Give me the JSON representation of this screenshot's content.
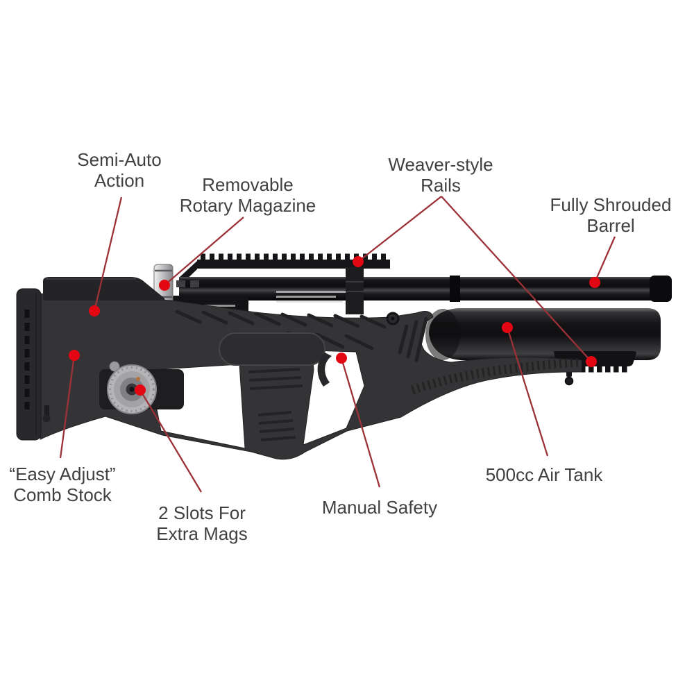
{
  "diagram": {
    "title": "Annotated bullpup PCP air rifle diagram",
    "colors": {
      "background": "#ffffff",
      "leader_line": "#9c3137",
      "callout_dot": "#e30613",
      "label_text": "#414042",
      "stock": "#343436",
      "metal_dark": "#141416",
      "magazine_silver": "#c0c0c2"
    },
    "labels": [
      {
        "id": "semi-auto-action",
        "lines": [
          "Semi-Auto",
          "Action"
        ]
      },
      {
        "id": "removable-rotary-magazine",
        "lines": [
          "Removable",
          "Rotary Magazine"
        ]
      },
      {
        "id": "weaver-style-rails",
        "lines": [
          "Weaver-style",
          "Rails"
        ]
      },
      {
        "id": "fully-shrouded-barrel",
        "lines": [
          "Fully Shrouded",
          "Barrel"
        ]
      },
      {
        "id": "easy-adjust-comb-stock",
        "lines": [
          "“Easy Adjust”",
          "Comb Stock"
        ]
      },
      {
        "id": "slots-for-extra-mags",
        "lines": [
          "2 Slots For",
          "Extra Mags"
        ]
      },
      {
        "id": "manual-safety",
        "lines": [
          "Manual Safety"
        ]
      },
      {
        "id": "air-tank",
        "lines": [
          "500cc Air Tank"
        ]
      }
    ]
  }
}
